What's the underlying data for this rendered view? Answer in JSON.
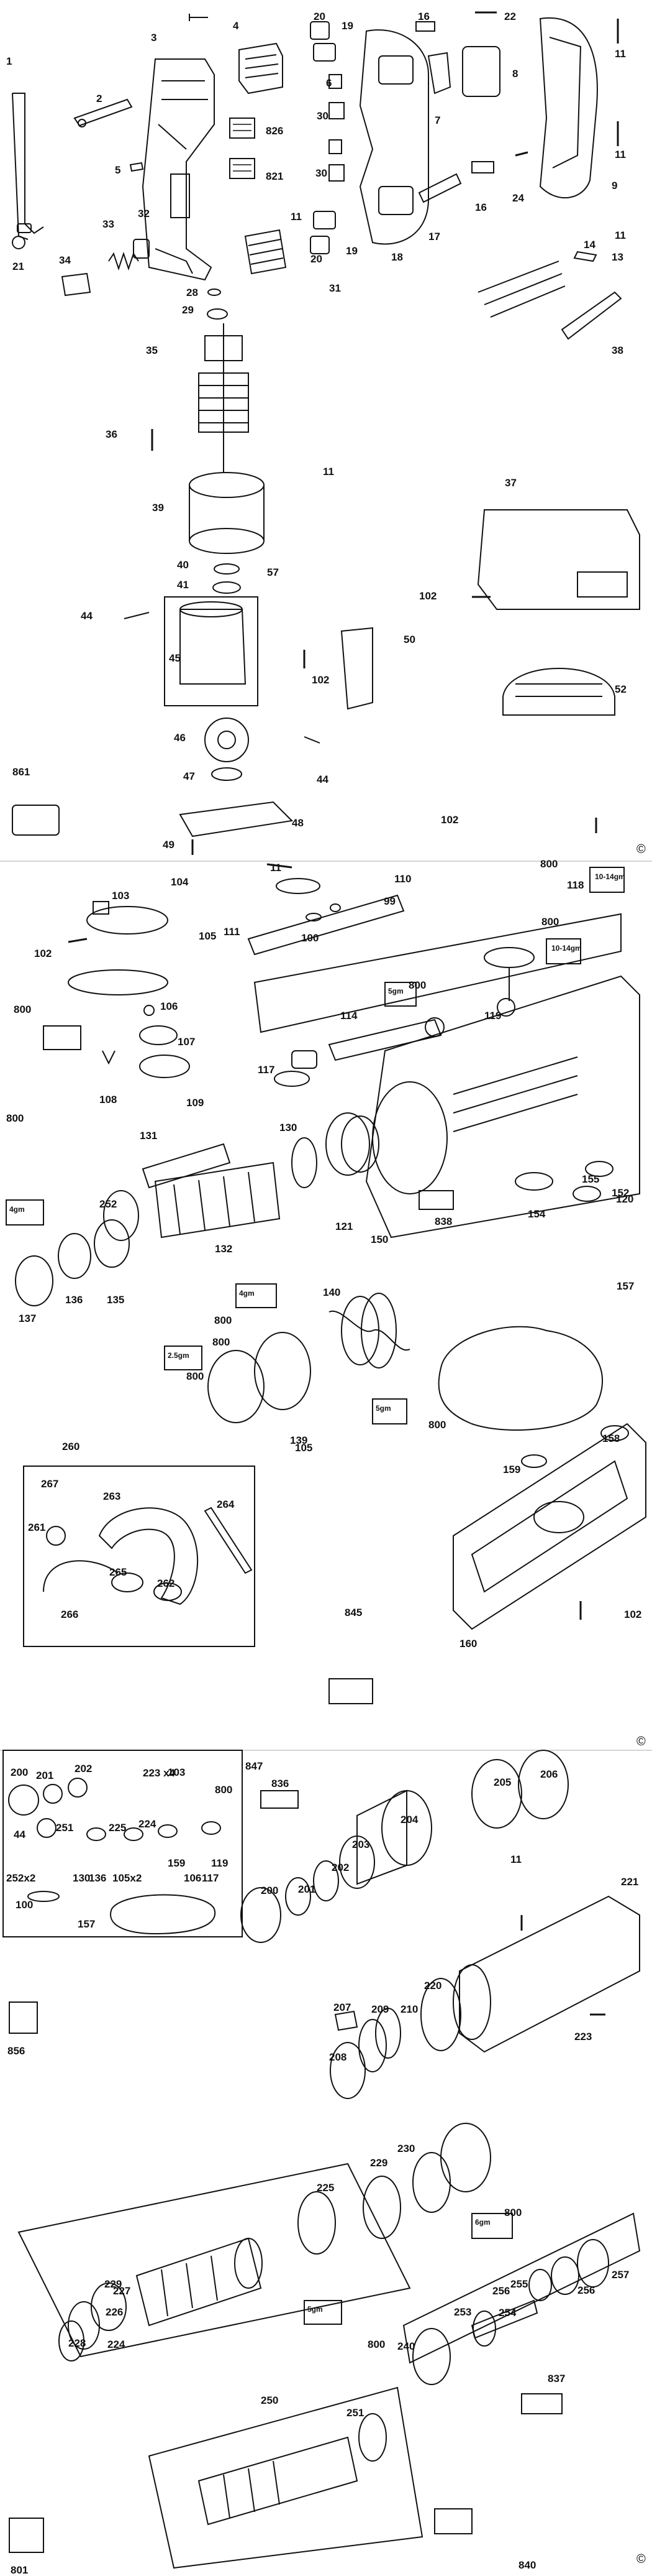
{
  "sections": [
    {
      "id": "section-1",
      "part_labels": [
        "1",
        "2",
        "3",
        "4",
        "5",
        "6",
        "7",
        "8",
        "9",
        "11",
        "11",
        "11",
        "11",
        "11",
        "13",
        "14",
        "16",
        "16",
        "17",
        "18",
        "19",
        "19",
        "20",
        "20",
        "21",
        "22",
        "24",
        "28",
        "29",
        "30",
        "30",
        "31",
        "32",
        "33",
        "34",
        "35",
        "36",
        "37",
        "38",
        "39",
        "40",
        "41",
        "44",
        "44",
        "45",
        "46",
        "47",
        "48",
        "49",
        "50",
        "52",
        "57",
        "102",
        "102",
        "102",
        "821",
        "826",
        "861"
      ],
      "copyright": "©"
    },
    {
      "id": "section-2",
      "part_labels": [
        "11",
        "99",
        "100",
        "102",
        "102",
        "103",
        "104",
        "105",
        "105",
        "106",
        "107",
        "108",
        "109",
        "110",
        "111",
        "114",
        "117",
        "118",
        "119",
        "120",
        "121",
        "130",
        "131",
        "132",
        "135",
        "136",
        "137",
        "139",
        "140",
        "150",
        "152",
        "154",
        "155",
        "157",
        "158",
        "159",
        "160",
        "252",
        "260",
        "261",
        "262",
        "263",
        "264",
        "265",
        "266",
        "267",
        "800",
        "800",
        "800",
        "800",
        "800",
        "800",
        "800",
        "800",
        "800",
        "838",
        "845"
      ],
      "grease_badges": [
        "10-14gm",
        "10-14gm",
        "5gm",
        "4gm",
        "4gm",
        "2.5gm",
        "5gm"
      ],
      "copyright": "©"
    },
    {
      "id": "section-3",
      "part_labels": [
        "11",
        "44",
        "100",
        "103",
        "105x2",
        "106",
        "117",
        "119",
        "130",
        "136",
        "157",
        "159",
        "200",
        "200",
        "201",
        "201",
        "202",
        "202",
        "203",
        "204",
        "205",
        "206",
        "207",
        "208",
        "209",
        "210",
        "220",
        "221",
        "223",
        "223 x4",
        "224",
        "224",
        "225",
        "225",
        "226",
        "227",
        "228",
        "229",
        "229",
        "230",
        "240",
        "250",
        "251",
        "251",
        "252x2",
        "253",
        "254",
        "255",
        "256",
        "256",
        "257",
        "800",
        "800",
        "800",
        "801",
        "836",
        "837",
        "840",
        "847",
        "856"
      ],
      "grease_badges": [
        "6gm",
        "5gm"
      ],
      "copyright": "©"
    }
  ]
}
